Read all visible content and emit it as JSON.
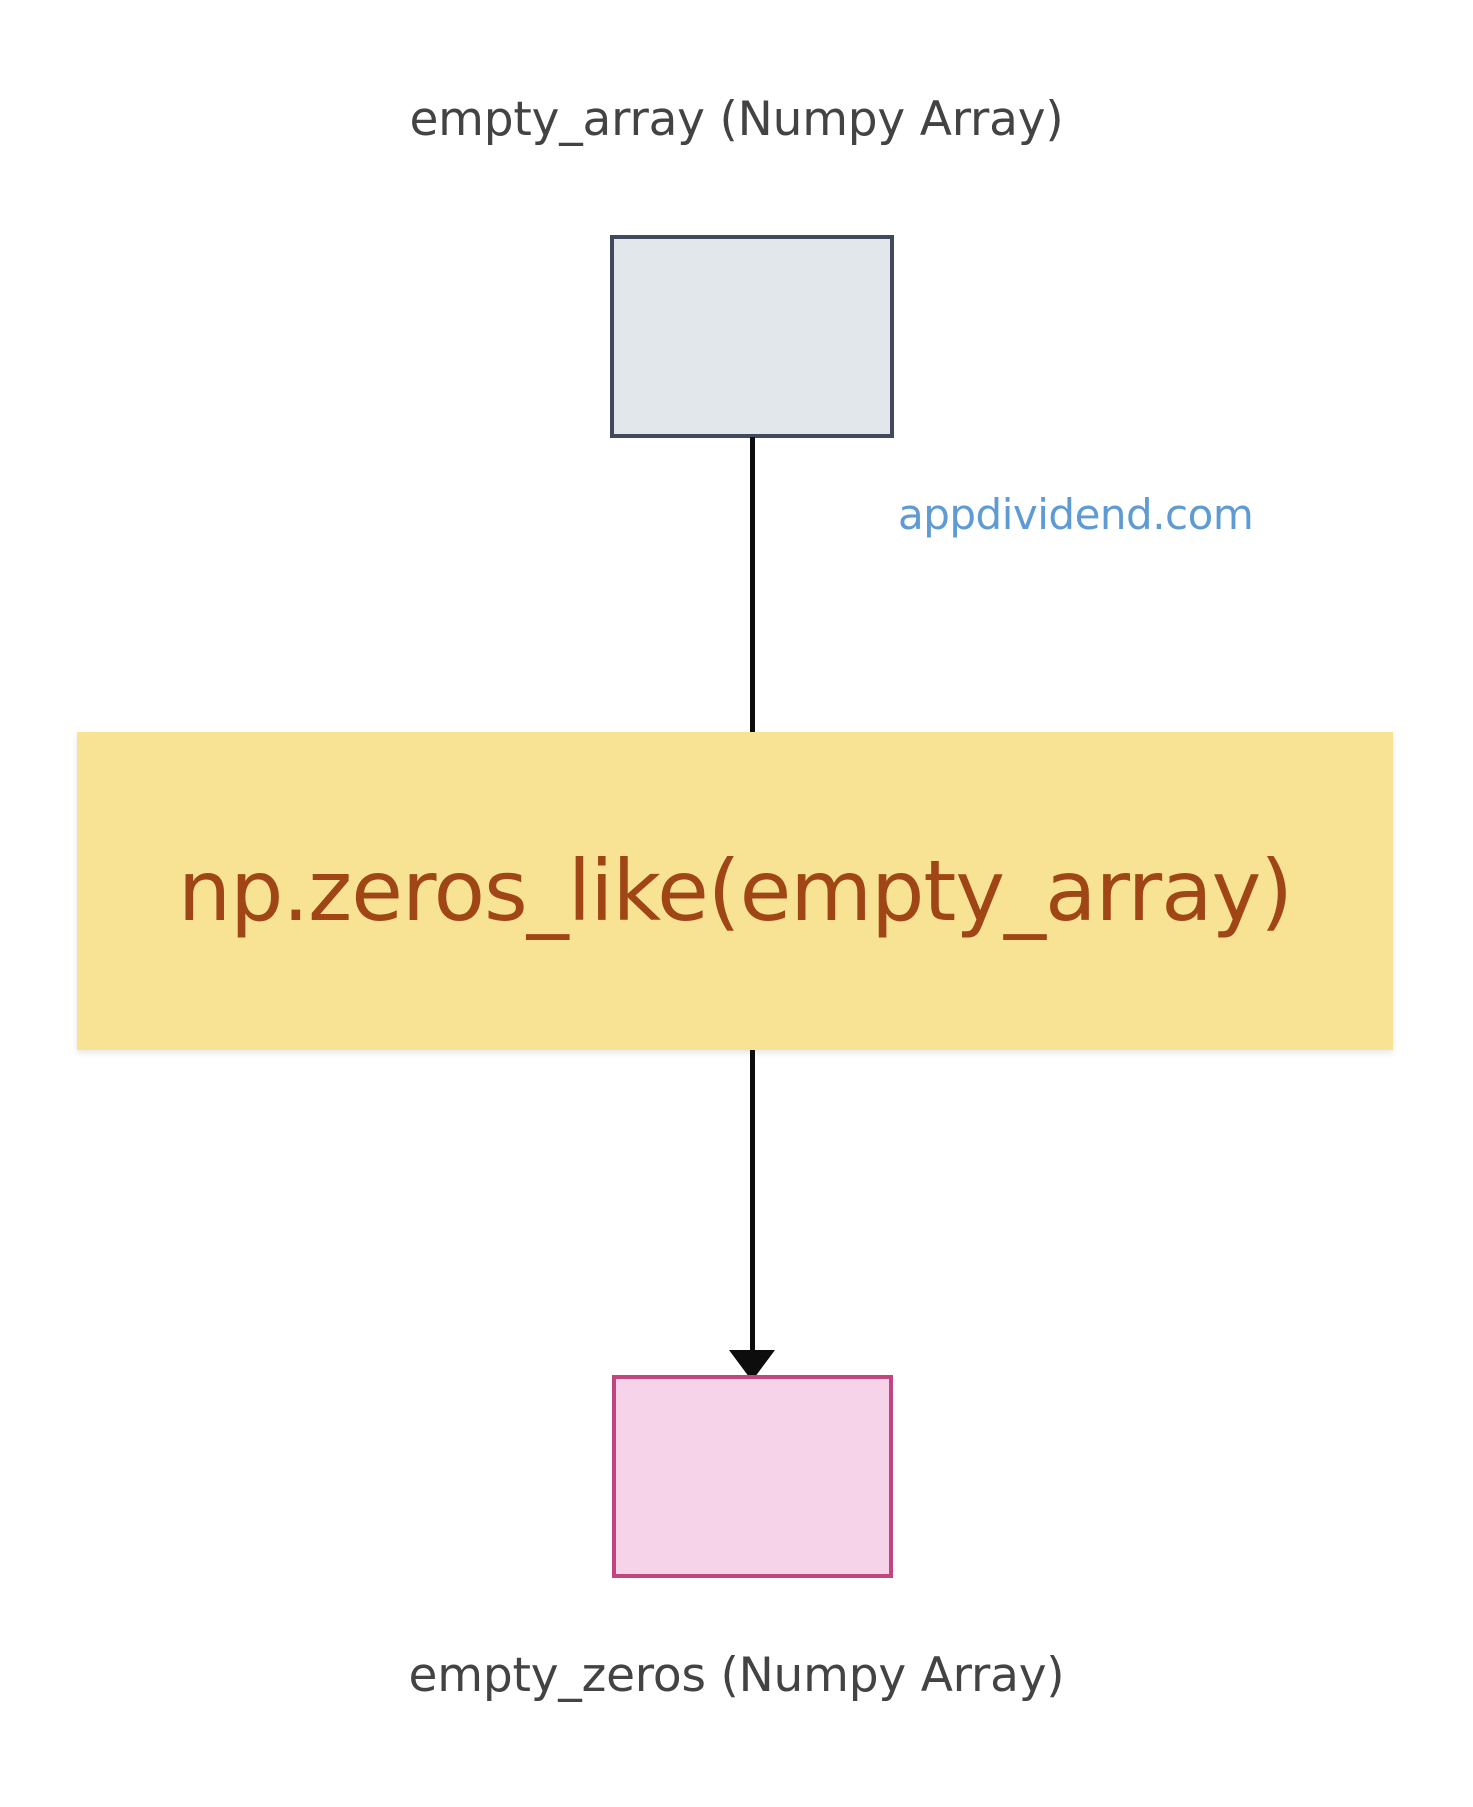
{
  "diagram": {
    "title_top": "empty_array (Numpy Array)",
    "title_bottom": "empty_zeros (Numpy Array)",
    "operation": "np.zeros_like(empty_array)",
    "watermark": "appdividend.com",
    "colors": {
      "background": "#ffffff",
      "label_text": "#434343",
      "input_box_fill": "#E2E7EC",
      "input_box_border": "#3F4A5F",
      "operation_box_fill": "#F8E294",
      "operation_text": "#A04516",
      "output_box_fill": "#F7D3E9",
      "output_box_border": "#C3457F",
      "connector": "#0d0d0d",
      "watermark_text": "#5E9BD5"
    },
    "nodes": [
      {
        "name": "empty_array",
        "type": "Numpy Array",
        "role": "input"
      },
      {
        "name": "np.zeros_like(empty_array)",
        "type": "operation",
        "role": "process"
      },
      {
        "name": "empty_zeros",
        "type": "Numpy Array",
        "role": "output"
      }
    ],
    "edges": [
      {
        "from": "empty_array",
        "to": "np.zeros_like(empty_array)",
        "arrow": false
      },
      {
        "from": "np.zeros_like(empty_array)",
        "to": "empty_zeros",
        "arrow": true
      }
    ]
  }
}
